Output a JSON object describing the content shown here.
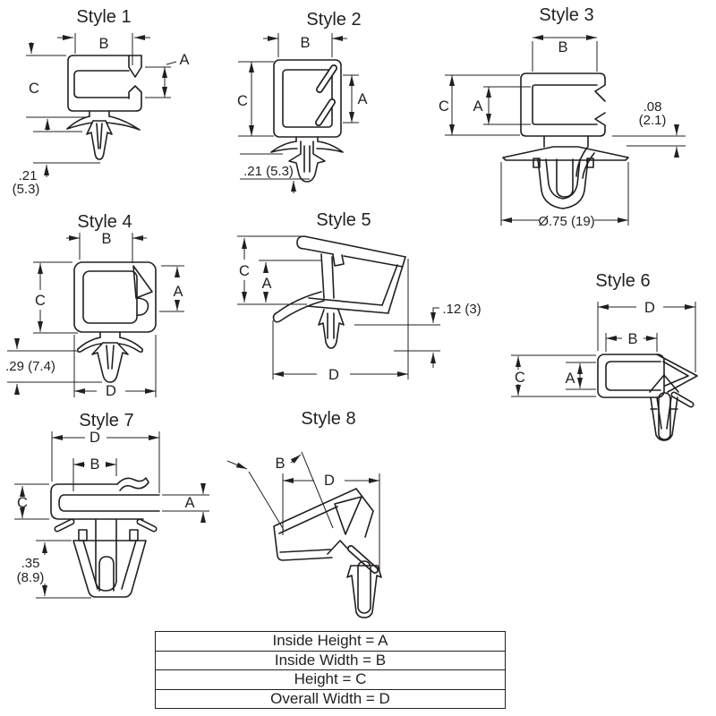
{
  "colors": {
    "line": "#231f20",
    "background": "#ffffff"
  },
  "styles": [
    {
      "title": "Style 1",
      "labels": {
        "B": "B",
        "A": "A",
        "C": "C"
      },
      "callout1": ".21",
      "callout2": "(5.3)"
    },
    {
      "title": "Style 2",
      "labels": {
        "B": "B",
        "C": "C",
        "A": "A"
      },
      "callout1": ".21 (5.3)"
    },
    {
      "title": "Style 3",
      "labels": {
        "B": "B",
        "C": "C",
        "A": "A"
      },
      "callout1": ".08",
      "callout2": "(2.1)",
      "callout3": "Ø.75 (19)"
    },
    {
      "title": "Style 4",
      "labels": {
        "B": "B",
        "C": "C",
        "A": "A",
        "D": "D"
      },
      "callout1": ".29 (7.4)"
    },
    {
      "title": "Style 5",
      "labels": {
        "C": "C",
        "A": "A",
        "D": "D"
      },
      "callout1": ".12 (3)"
    },
    {
      "title": "Style 6",
      "labels": {
        "D": "D",
        "B": "B",
        "C": "C",
        "A": "A"
      }
    },
    {
      "title": "Style 7",
      "labels": {
        "D": "D",
        "B": "B",
        "C": "C",
        "A": "A"
      },
      "callout1": ".35",
      "callout2": "(8.9)"
    },
    {
      "title": "Style 8",
      "labels": {
        "B": "B",
        "D": "D"
      }
    }
  ],
  "legend": {
    "rows": [
      "Inside Height = A",
      "Inside Width = B",
      "Height = C",
      "Overall Width = D"
    ]
  }
}
